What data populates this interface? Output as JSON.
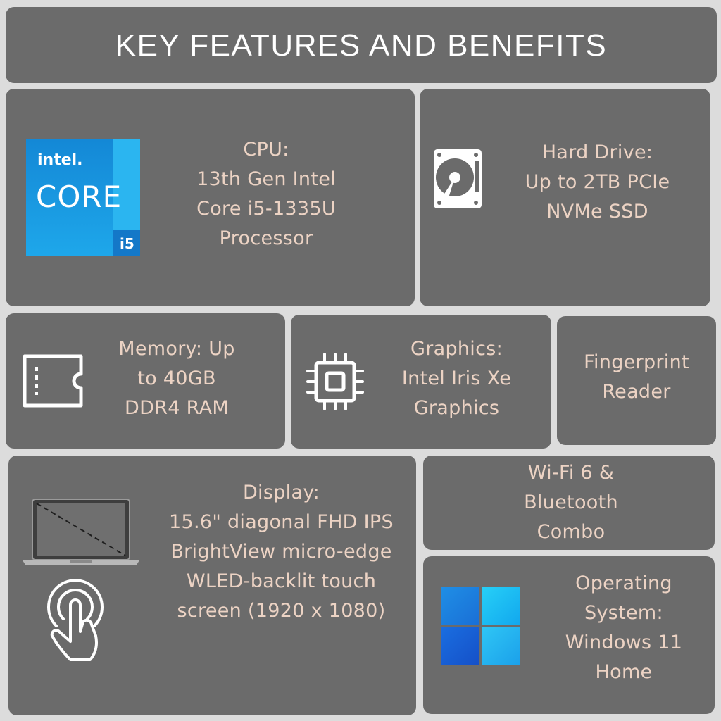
{
  "header": {
    "title": "KEY FEATURES AND BENEFITS"
  },
  "colors": {
    "tile_bg": "#6b6b6b",
    "page_bg": "#dcdcdc",
    "feature_text": "#ecd3c4",
    "header_text": "#ffffff",
    "intel_blue": "#1a9be0",
    "windows_blue": "#1aa3ee"
  },
  "cpu": {
    "text": "CPU:\n13th Gen Intel\nCore i5-1335U\nProcessor",
    "badge": {
      "brand": "intel.",
      "line": "CORE",
      "tier": "i5"
    },
    "icon": "intel-core-i5-badge"
  },
  "storage": {
    "text": "Hard Drive:\nUp to 2TB PCIe\nNVMe SSD",
    "icon": "hard-drive-icon"
  },
  "memory": {
    "text": "Memory: Up\nto 40GB\nDDR4 RAM",
    "icon": "ram-module-icon"
  },
  "graphics": {
    "text": "Graphics:\nIntel Iris Xe\nGraphics",
    "icon": "chip-icon"
  },
  "fingerprint": {
    "text": "Fingerprint\nReader"
  },
  "display": {
    "text": "Display:\n15.6\" diagonal FHD IPS\nBrightView micro-edge\nWLED-backlit touch\nscreen (1920 x 1080)",
    "icons": [
      "laptop-icon",
      "touch-hand-icon"
    ]
  },
  "wireless": {
    "text": "Wi-Fi 6 &\nBluetooth\nCombo"
  },
  "os": {
    "text": "Operating\nSystem:\nWindows 11\nHome",
    "icon": "windows-logo-icon"
  }
}
